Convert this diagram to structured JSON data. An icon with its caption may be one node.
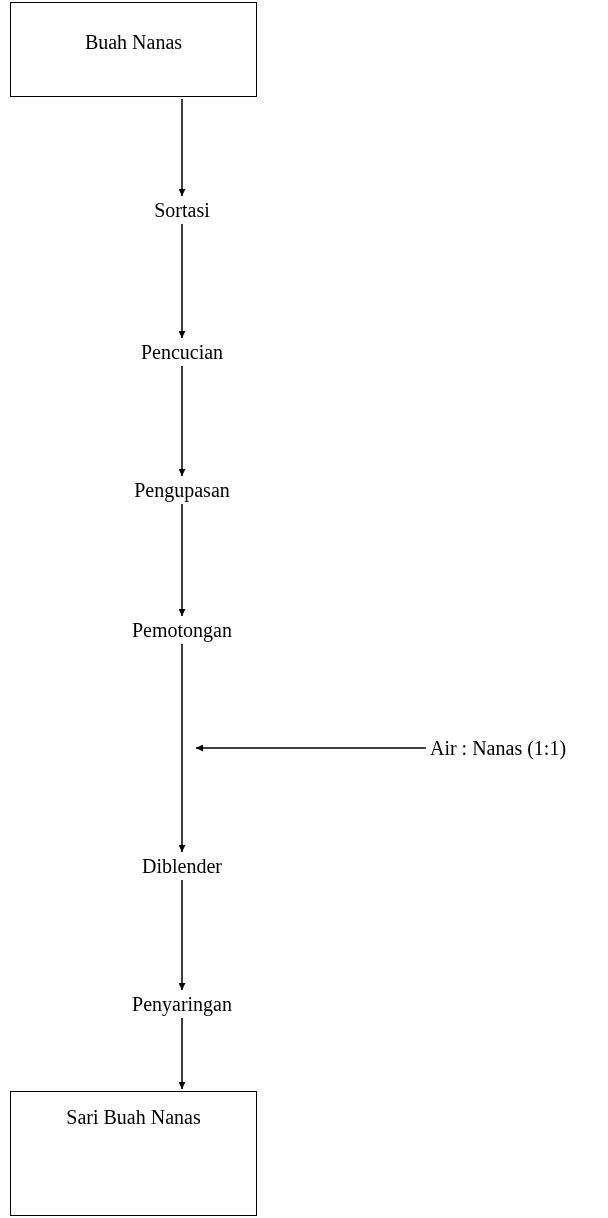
{
  "diagram": {
    "nodes": [
      {
        "text": [
          "Buah Nanas"
        ]
      },
      {
        "text": [
          "Sortasi"
        ]
      },
      {
        "text": [
          "Pencucian"
        ]
      },
      {
        "text": [
          "Pengupasan"
        ]
      },
      {
        "text": [
          "Pemotongan"
        ]
      },
      {
        "text": [
          "Air : Nanas (1:1)"
        ]
      },
      {
        "text": [
          "Diblender"
        ]
      },
      {
        "text": [
          "Penyaringan"
        ]
      },
      {
        "text": [
          "Sari Buah Nanas"
        ]
      }
    ],
    "edges": [
      {
        "from": 0,
        "to": 1,
        "arrow": "to"
      },
      {
        "from": 1,
        "to": 2,
        "arrow": "to"
      },
      {
        "from": 2,
        "to": 3,
        "arrow": "to"
      },
      {
        "from": 3,
        "to": 4,
        "arrow": "to"
      },
      {
        "from": 4,
        "to": 6,
        "arrow": "to"
      },
      {
        "from": 5,
        "to": null,
        "arrow": "to"
      },
      {
        "from": 6,
        "to": 7,
        "arrow": "to"
      },
      {
        "from": 7,
        "to": 8,
        "arrow": "to"
      }
    ]
  }
}
